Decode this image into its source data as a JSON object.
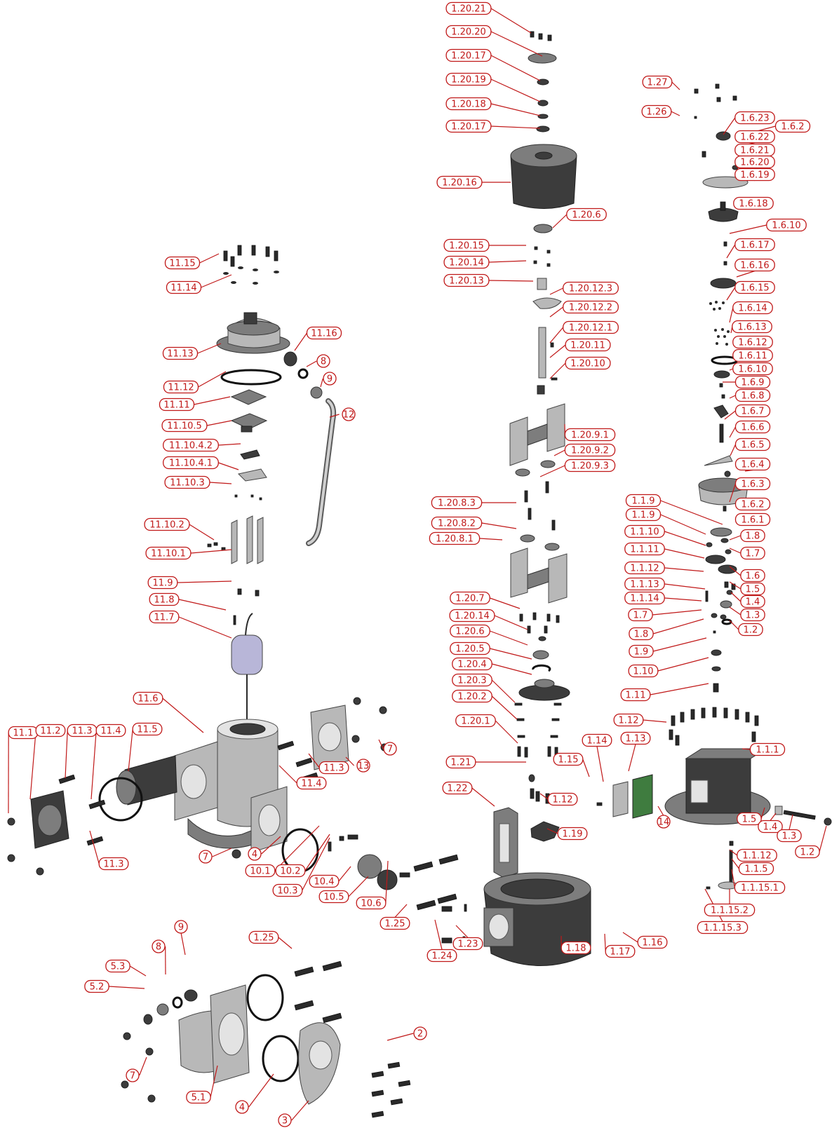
{
  "callouts": [
    "1.20.21",
    "1.20.20",
    "1.20.17",
    "1.20.19",
    "1.20.18",
    "1.20.17",
    "1.20.16",
    "1.20.6",
    "1.20.15",
    "1.20.14",
    "1.20.13",
    "1.20.12.3",
    "1.20.12.2",
    "1.20.12.1",
    "1.20.11",
    "1.20.10",
    "1.20.9.1",
    "1.20.9.2",
    "1.20.9.3",
    "1.20.8.3",
    "1.20.8.2",
    "1.20.8.1",
    "1.20.7",
    "1.20.14",
    "1.20.6",
    "1.20.5",
    "1.20.4",
    "1.20.3",
    "1.20.2",
    "1.20.1",
    "1.21",
    "1.22",
    "1.19",
    "1.12",
    "1.27",
    "1.26",
    "1.6.23",
    "1.6.2",
    "1.6.22",
    "1.6.21",
    "1.6.20",
    "1.6.19",
    "1.6.18",
    "1.6.10",
    "1.6.17",
    "1.6.16",
    "1.6.15",
    "1.6.14",
    "1.6.13",
    "1.6.12",
    "1.6.11",
    "1.6.10",
    "1.6.9",
    "1.6.8",
    "1.6.7",
    "1.6.6",
    "1.6.5",
    "1.6.4",
    "1.6.3",
    "1.6.2",
    "1.6.1",
    "1.1.9",
    "1.1.9",
    "1.1.10",
    "1.1.11",
    "1.8",
    "1.7",
    "1.1.12",
    "1.6",
    "1.1.13",
    "1.5",
    "1.4",
    "1.1.14",
    "1.3",
    "1.7",
    "1.2",
    "1.8",
    "1.9",
    "1.10",
    "1.11",
    "1.12",
    "1.1.1",
    "1.14",
    "1.13",
    "1.15",
    "14",
    "1.5",
    "1.4",
    "1.3",
    "1.2",
    "1.1.12",
    "1.1.5",
    "1.1.15.1",
    "1.1.15.2",
    "1.1.15.3",
    "1.16",
    "1.17",
    "1.18",
    "1.23",
    "1.24",
    "1.25",
    "11.15",
    "11.14",
    "11.13",
    "11.16",
    "8",
    "9",
    "12",
    "11.12",
    "11.11",
    "11.10.5",
    "11.10.4.2",
    "11.10.4.1",
    "11.10.3",
    "11.10.2",
    "11.10.1",
    "11.9",
    "11.8",
    "11.7",
    "11.6",
    "11.1",
    "11.2",
    "11.3",
    "11.4",
    "11.5",
    "13",
    "7",
    "11.4",
    "11.3",
    "11.3",
    "7",
    "4",
    "10.1",
    "10.2",
    "10.3",
    "10.4",
    "10.5",
    "10.6",
    "1.25",
    "9",
    "8",
    "5.3",
    "5.2",
    "2",
    "7",
    "5.1",
    "4",
    "3"
  ]
}
